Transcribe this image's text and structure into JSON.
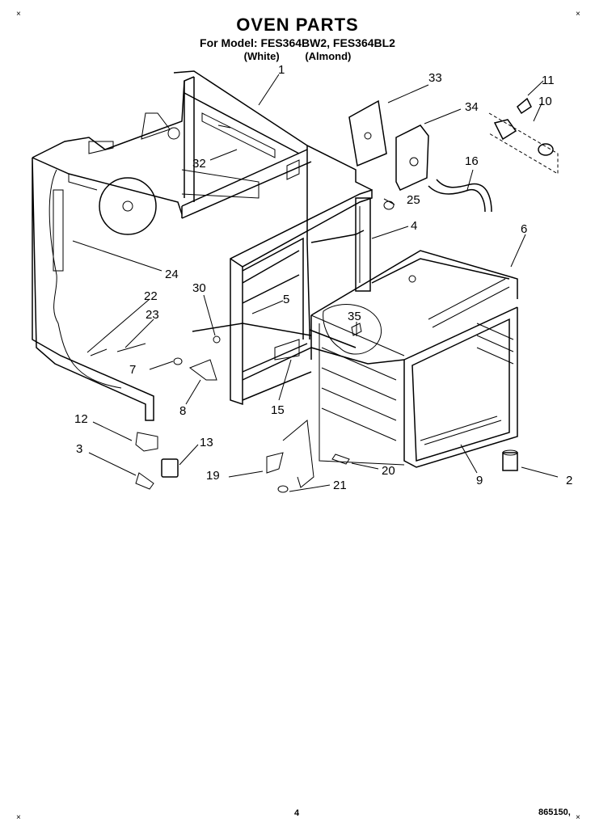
{
  "header": {
    "title": "OVEN PARTS",
    "model_line": "For Model: FES364BW2, FES364BL2",
    "color_white": "(White)",
    "color_almond": "(Almond)"
  },
  "callouts": [
    "1",
    "2",
    "3",
    "4",
    "5",
    "6",
    "7",
    "8",
    "9",
    "10",
    "11",
    "12",
    "13",
    "15",
    "16",
    "19",
    "20",
    "21",
    "22",
    "23",
    "24",
    "25",
    "30",
    "32",
    "33",
    "34",
    "35"
  ],
  "footer": {
    "page_number": "4",
    "document_code": "865150,"
  }
}
